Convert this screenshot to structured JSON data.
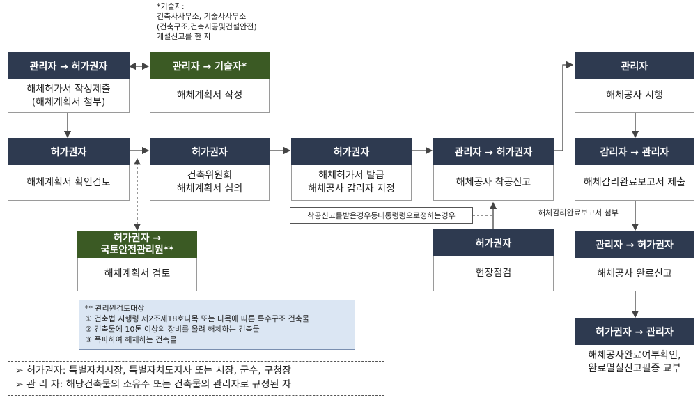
{
  "note_top": [
    "*기술자:",
    "건축사사무소, 기술사사무소",
    "(건축구조,건축시공및건설안전)",
    "개설신고를 한 자"
  ],
  "boxes": {
    "b1": {
      "header": "관리자 → 허가권자",
      "body": [
        "해체허가서 작성제출",
        "(해체계획서 첨부)"
      ]
    },
    "b2": {
      "header": "관리자 → 기술자*",
      "body": [
        "해체계획서 작성"
      ]
    },
    "b3": {
      "header": "허가권자",
      "body": [
        "해체계획서 확인검토"
      ]
    },
    "b4": {
      "header": "허가권자",
      "body": [
        "건축위원회",
        "해체계획서 심의"
      ]
    },
    "b5": {
      "header": "허가권자",
      "body": [
        "해체허가서 발급",
        "해체공사 감리자 지정"
      ]
    },
    "b6": {
      "header": "관리자 → 허가권자",
      "body": [
        "해체공사 착공신고"
      ]
    },
    "b7": {
      "header": "관리자",
      "body": [
        "해체공사 시행"
      ]
    },
    "b8": {
      "header": "감리자 → 관리자",
      "body": [
        "해체감리완료보고서 제출"
      ]
    },
    "b9": {
      "header": "관리자 → 허가권자",
      "body": [
        "해체공사 완료신고"
      ]
    },
    "b10": {
      "header": "허가권자 → 관리자",
      "body": [
        "해체공사완료여부확인,",
        "완료멸실신고필증 교부"
      ]
    },
    "b11": {
      "header": "허가권자",
      "body": [
        "현장점검"
      ]
    },
    "b12": {
      "header": [
        "허가권자 →",
        "국토안전관리원**"
      ],
      "body": [
        "해체계획서 검토"
      ]
    }
  },
  "dash_label": "착공신고를받은경우등대통령령으로정하는경우",
  "attach_label": "해체감리완료보고서 첨부",
  "review_note": [
    "** 관리원검토대상",
    "①   건축법 시행령 제2조제18호나목  또는 다목에 따른 특수구조 건축물",
    "②   건축물에 10톤 이상의 장비를 올려 해체하는 건축물",
    "③   폭파하여 해체하는 건축물"
  ],
  "legend": [
    "➢  허가권자: 특별자치시장, 특별자치도지사 또는 시장, 군수, 구청장",
    "➢  관 리 자: 해당건축물의 소유주 또는 건축물의 관리자로 규정된 자"
  ],
  "colors": {
    "header_dark": "#2e3a50",
    "header_green": "#3b5a24",
    "note_fill": "#dbe6f3"
  }
}
